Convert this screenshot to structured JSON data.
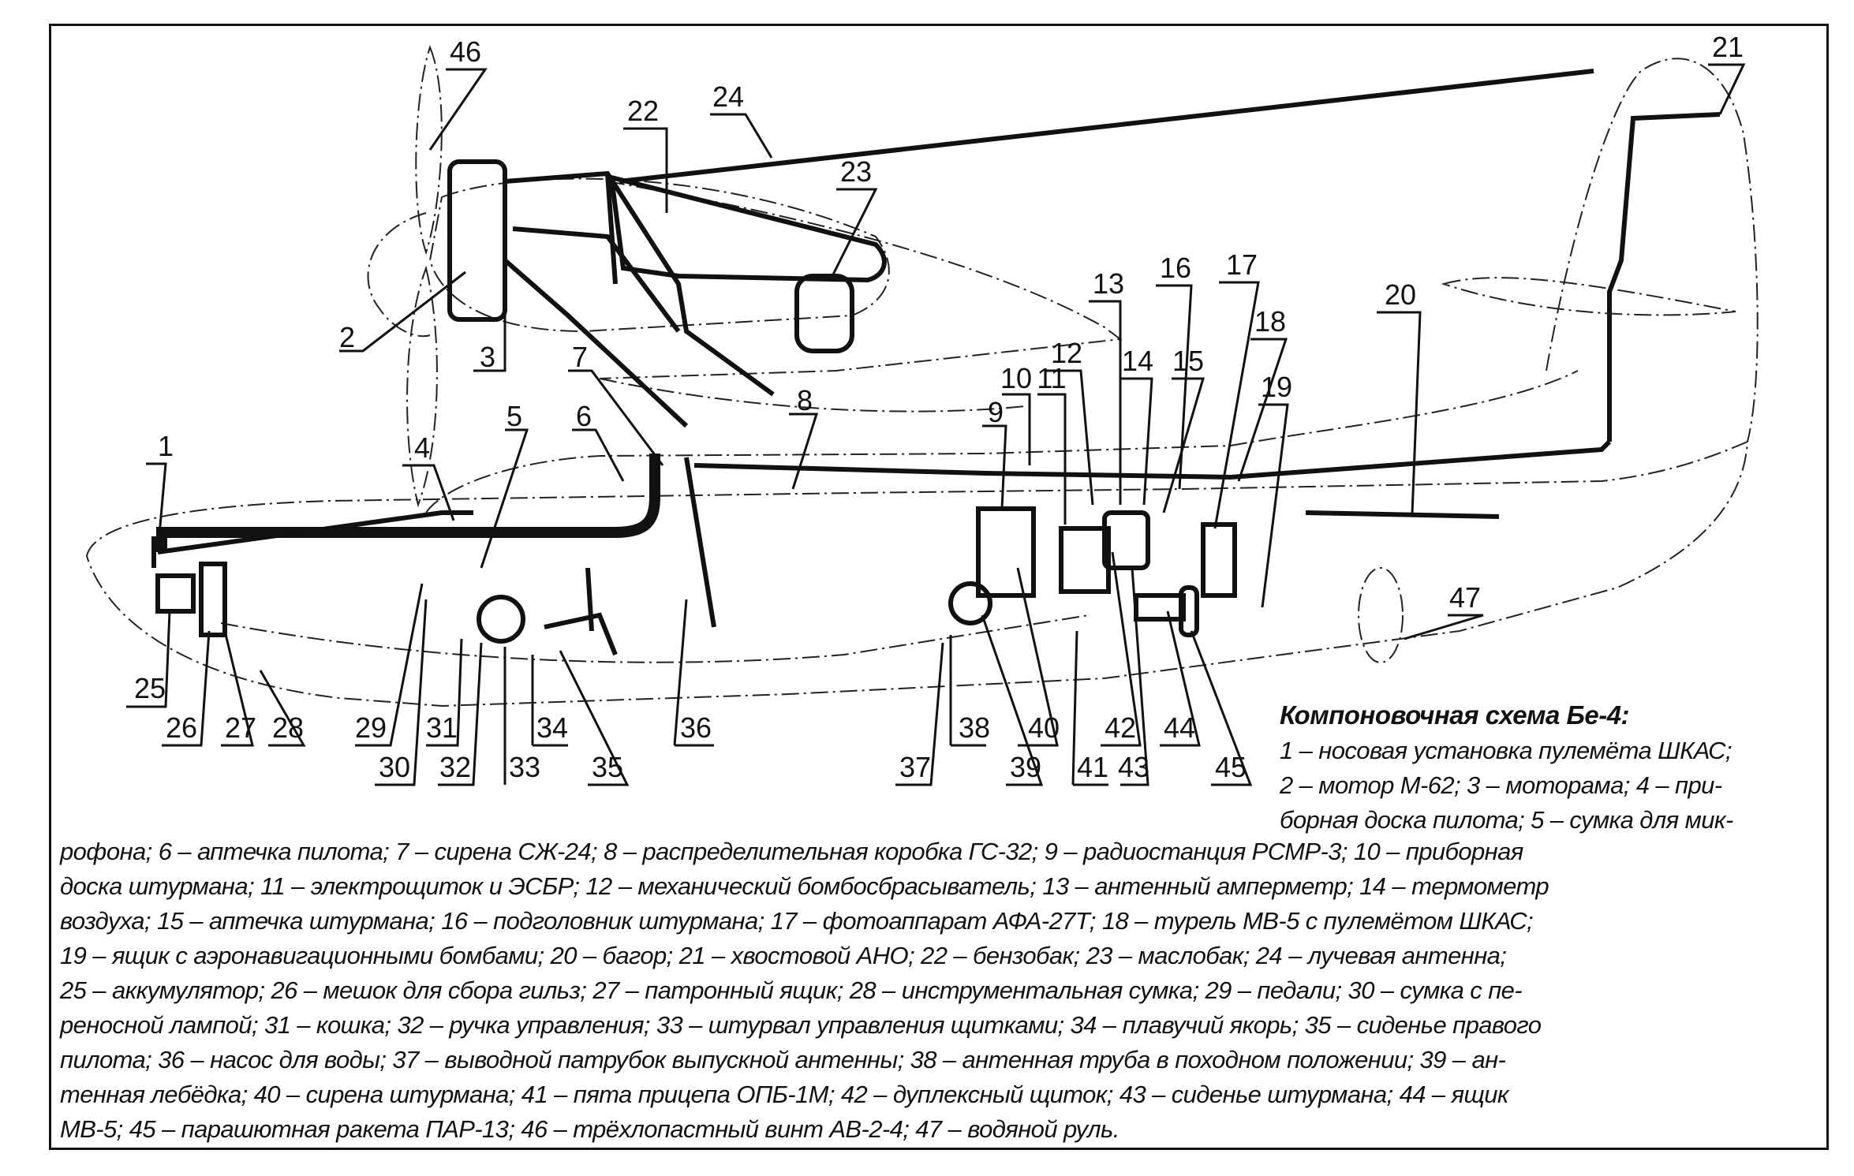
{
  "caption": {
    "title": "Компоновочная схема Бе-4:",
    "lines_head": [
      "1 – носовая установка пулемёта ШКАС;",
      "2 – мотор М-62; 3 – моторама; 4 – при-",
      "борная доска пилота; 5 – сумка для мик-"
    ],
    "lines_body": [
      "рофона; 6 – аптечка пилота; 7 – сирена СЖ-24; 8 – распределительная коробка ГС-32; 9 – радиостанция РСМР-3; 10 – приборная",
      "доска штурмана; 11 – электрощиток и ЭСБР; 12 – механический бомбосбрасыватель; 13 – антенный амперметр; 14 – термометр",
      "воздуха; 15 – аптечка штурмана; 16 – подголовник штурмана; 17 – фотоаппарат АФА-27Т; 18 – турель МВ-5 с пулемётом ШКАС;",
      "19 – ящик с аэронавигационными бомбами; 20 – багор; 21 – хвостовой АНО; 22 – бензобак; 23 – маслобак; 24 – лучевая антенна;",
      "25 – аккумулятор; 26 – мешок для сбора гильз; 27 – патронный ящик; 28 – инструментальная сумка; 29 – педали; 30 – сумка с пе-",
      "реносной лампой; 31 – кошка; 32 – ручка управления; 33 – штурвал управления щитками; 34 – плавучий якорь; 35 – сиденье правого",
      "пилота; 36 – насос для воды; 37 – выводной патрубок выпускной антенны; 38 – антенная труба в походном положении; 39 – ан-",
      "тенная лебёдка; 40 – сирена штурмана; 41 – пята прицепа ОПБ-1М; 42 – дуплексный щиток; 43 – сиденье штурмана; 44 – ящик",
      "МВ-5; 45 – парашютная ракета ПАР-13; 46 – трёхлопастный винт АВ-2-4; 47 – водяной руль."
    ]
  },
  "callouts": [
    {
      "num": "1"
    },
    {
      "num": "2"
    },
    {
      "num": "3"
    },
    {
      "num": "4"
    },
    {
      "num": "5"
    },
    {
      "num": "6"
    },
    {
      "num": "7"
    },
    {
      "num": "8"
    },
    {
      "num": "9"
    },
    {
      "num": "10"
    },
    {
      "num": "11"
    },
    {
      "num": "12"
    },
    {
      "num": "13"
    },
    {
      "num": "14"
    },
    {
      "num": "15"
    },
    {
      "num": "16"
    },
    {
      "num": "17"
    },
    {
      "num": "18"
    },
    {
      "num": "19"
    },
    {
      "num": "20"
    },
    {
      "num": "21"
    },
    {
      "num": "22"
    },
    {
      "num": "23"
    },
    {
      "num": "24"
    },
    {
      "num": "25"
    },
    {
      "num": "26"
    },
    {
      "num": "27"
    },
    {
      "num": "28"
    },
    {
      "num": "29"
    },
    {
      "num": "30"
    },
    {
      "num": "31"
    },
    {
      "num": "32"
    },
    {
      "num": "33"
    },
    {
      "num": "34"
    },
    {
      "num": "35"
    },
    {
      "num": "36"
    },
    {
      "num": "37"
    },
    {
      "num": "38"
    },
    {
      "num": "39"
    },
    {
      "num": "40"
    },
    {
      "num": "41"
    },
    {
      "num": "42"
    },
    {
      "num": "43"
    },
    {
      "num": "44"
    },
    {
      "num": "45"
    },
    {
      "num": "46"
    },
    {
      "num": "47"
    }
  ]
}
